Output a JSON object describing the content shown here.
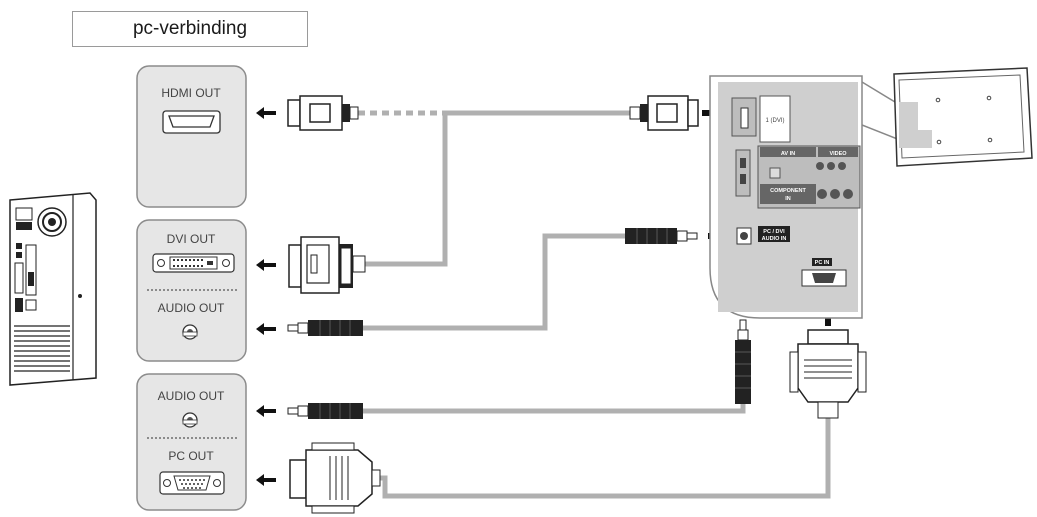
{
  "title": "pc-verbinding",
  "panels": {
    "hdmi_out": "HDMI OUT",
    "dvi_out": "DVI OUT",
    "audio_out_1": "AUDIO OUT",
    "audio_out_2": "AUDIO OUT",
    "pc_out": "PC OUT"
  },
  "tv_ports": {
    "hdmi_in": "1 (DVI)",
    "av_in": "AV IN",
    "video": "VIDEO",
    "component_in_1": "COMPONENT",
    "component_in_2": "IN",
    "pc_dvi_audio_in_1": "PC / DVI",
    "pc_dvi_audio_in_2": "AUDIO IN",
    "pc_in": "PC IN"
  },
  "colors": {
    "panel_fill": "#e6e6e6",
    "panel_stroke": "#8c8c8c",
    "cable": "#b0b0b0",
    "tv_fill": "#cfcfcf",
    "arrow": "#111111"
  }
}
